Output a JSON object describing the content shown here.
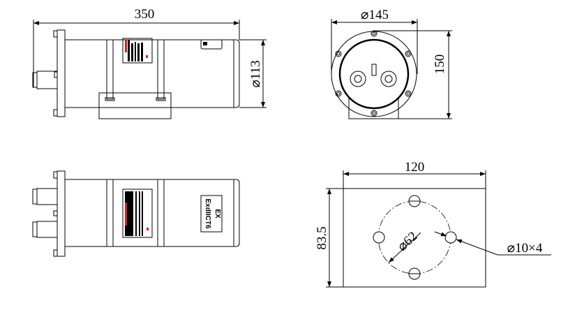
{
  "drawing": {
    "side_view": {
      "length_dim": "350",
      "diameter_dim": "⌀113"
    },
    "end_view": {
      "diameter_dim": "⌀145",
      "height_dim": "150"
    },
    "bottom_view": {
      "marking_line1": "EX",
      "marking_line2": "ExdIICT6"
    },
    "mounting_plate": {
      "width_dim": "120",
      "height_dim": "83.5",
      "bolt_circle_dim": "⌀62",
      "holes_dim": "⌀10×4"
    },
    "colors": {
      "line": "#000000",
      "nameplate_red": "#e02020"
    }
  }
}
